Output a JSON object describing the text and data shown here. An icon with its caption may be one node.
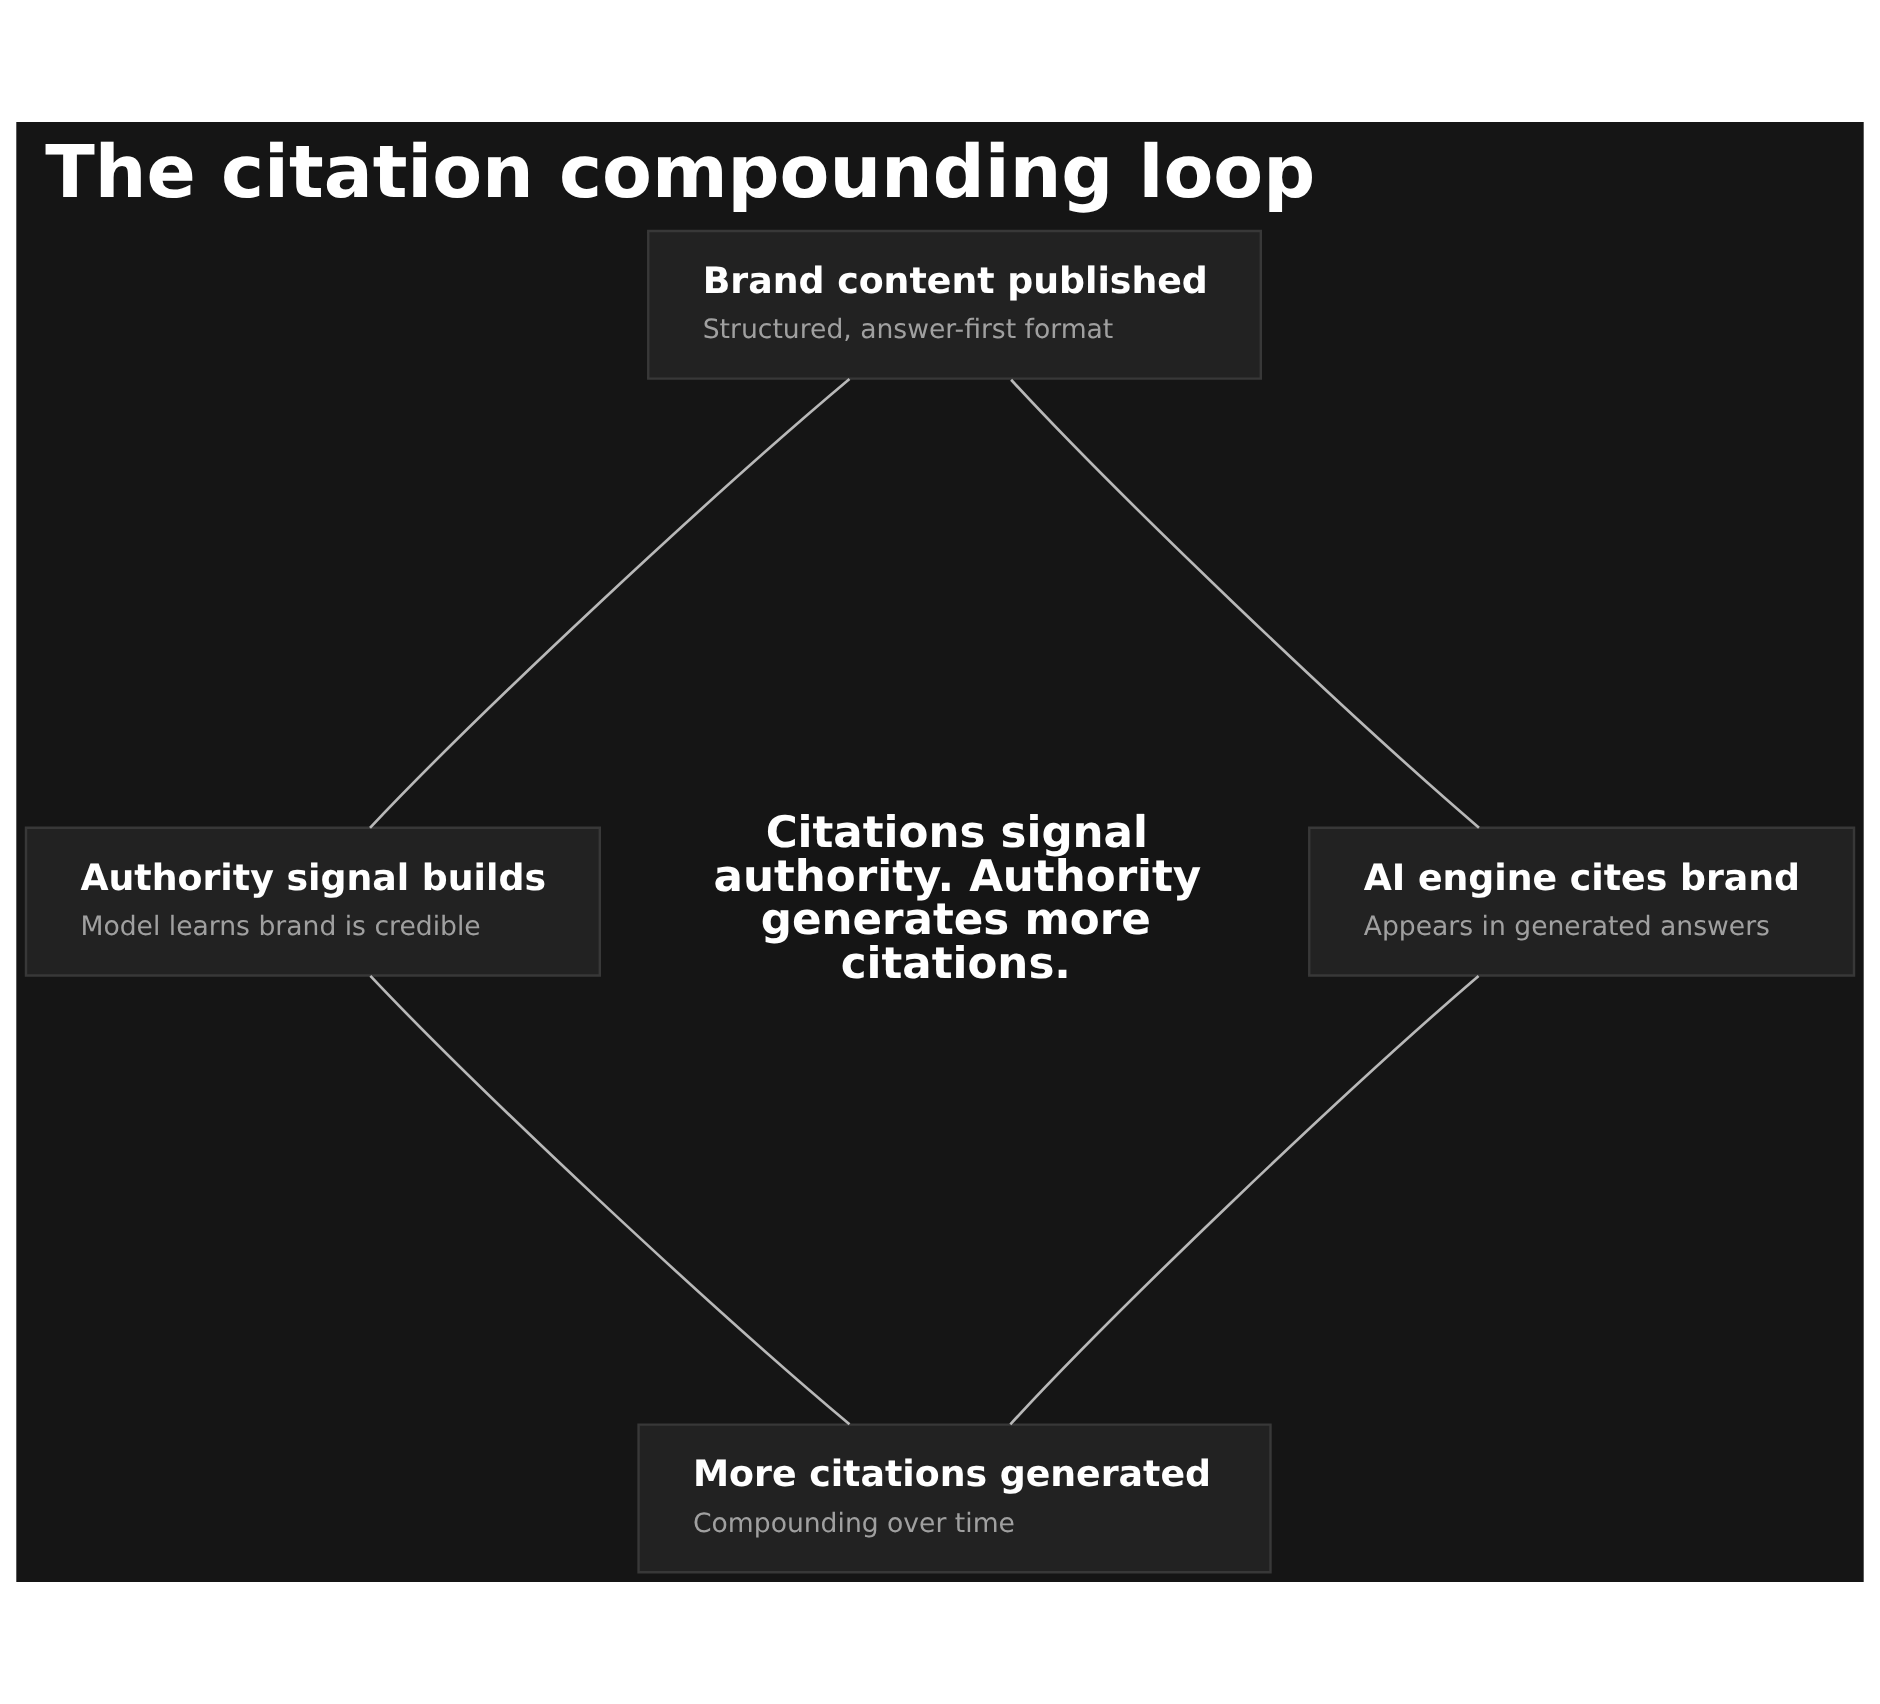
{
  "diagram": {
    "title": "The citation compounding loop",
    "nodes": [
      {
        "text": [
          "Brand content published",
          "Structured, answer-first format"
        ]
      },
      {
        "text": [
          "Authority signal builds",
          "Model learns brand is credible"
        ]
      },
      {
        "text": [
          "AI engine cites brand",
          "Appears in generated answers"
        ]
      },
      {
        "text": [
          "More citations generated",
          "Compounding over time"
        ]
      }
    ],
    "edges": [
      {
        "from": 0,
        "to": 2,
        "arrow": "none"
      },
      {
        "from": 2,
        "to": 3,
        "arrow": "none"
      },
      {
        "from": 3,
        "to": 1,
        "arrow": "none"
      },
      {
        "from": 1,
        "to": 0,
        "arrow": "none"
      }
    ],
    "labels": [
      "Citations signal authority. Authority generates more citations."
    ]
  }
}
